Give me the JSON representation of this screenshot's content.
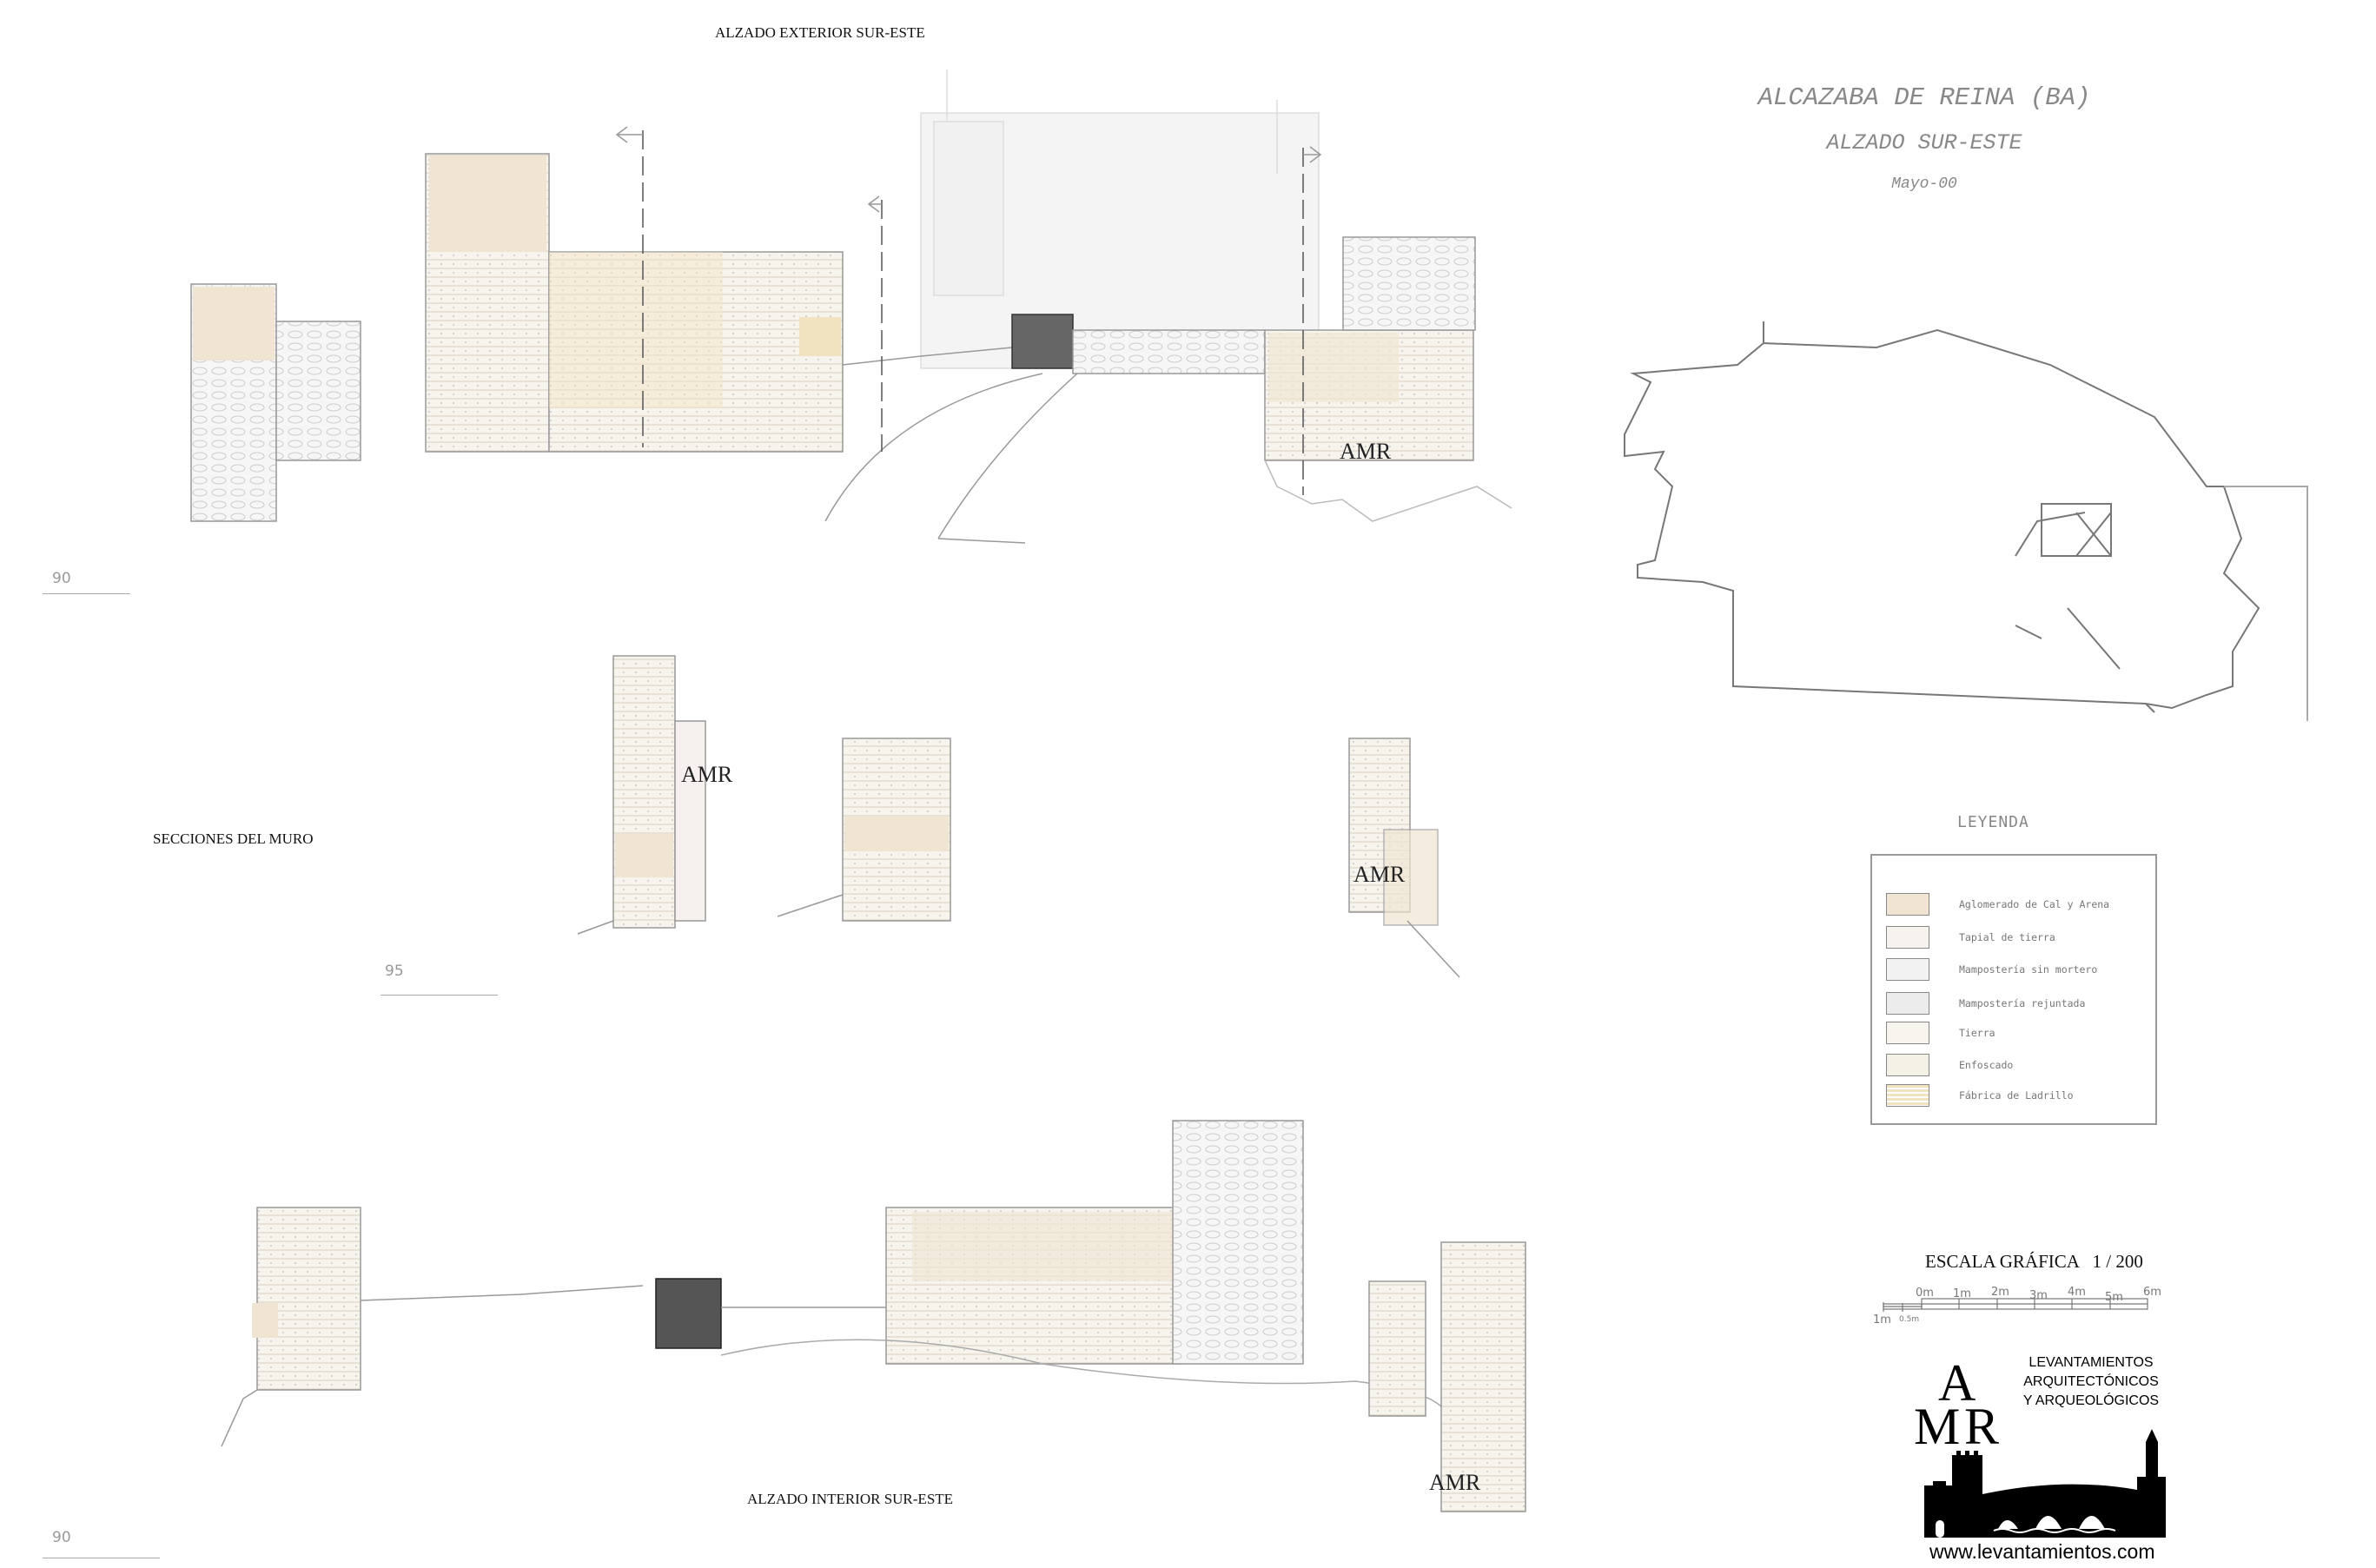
{
  "captions": {
    "exterior": "ALZADO EXTERIOR SUR-ESTE",
    "sections": "SECCIONES DEL MURO",
    "interior": "ALZADO INTERIOR SUR-ESTE"
  },
  "levels": [
    "90",
    "95",
    "90"
  ],
  "title_block": {
    "title": "ALCAZABA DE REINA (BA)",
    "subtitle": "ALZADO SUR-ESTE",
    "date": "Mayo-00"
  },
  "legend": {
    "title": "LEYENDA",
    "items": [
      {
        "label": "Aglomerado de Cal y Arena",
        "color": "#efe5d2"
      },
      {
        "label": "Tapial de tierra",
        "color": "#f6f3ee"
      },
      {
        "label": "Mampostería sin mortero",
        "color": "#f2f2f2"
      },
      {
        "label": "Mampostería rejuntada",
        "color": "#ececec"
      },
      {
        "label": "Tierra",
        "color": "#f7f5ee"
      },
      {
        "label": "Enfoscado",
        "color": "#f4f1e6"
      },
      {
        "label": "Fábrica de Ladrillo",
        "color": "#f1e3c0"
      }
    ]
  },
  "scale": {
    "title": "ESCALA GRÁFICA   1 / 200",
    "ticks": [
      "0m",
      "1m",
      "2m",
      "3m",
      "4m",
      "5m",
      "6m"
    ],
    "sub_ticks": [
      "1m",
      "0.5m"
    ]
  },
  "logo": {
    "monogram": "AMR",
    "lines": [
      "LEVANTAMIENTOS",
      "ARQUITECTÓNICOS",
      "Y ARQUEOLÓGICOS"
    ],
    "url": "www.levantamientos.com"
  },
  "watermarks": [
    "AMR",
    "AMR",
    "AMR",
    "AMR"
  ]
}
